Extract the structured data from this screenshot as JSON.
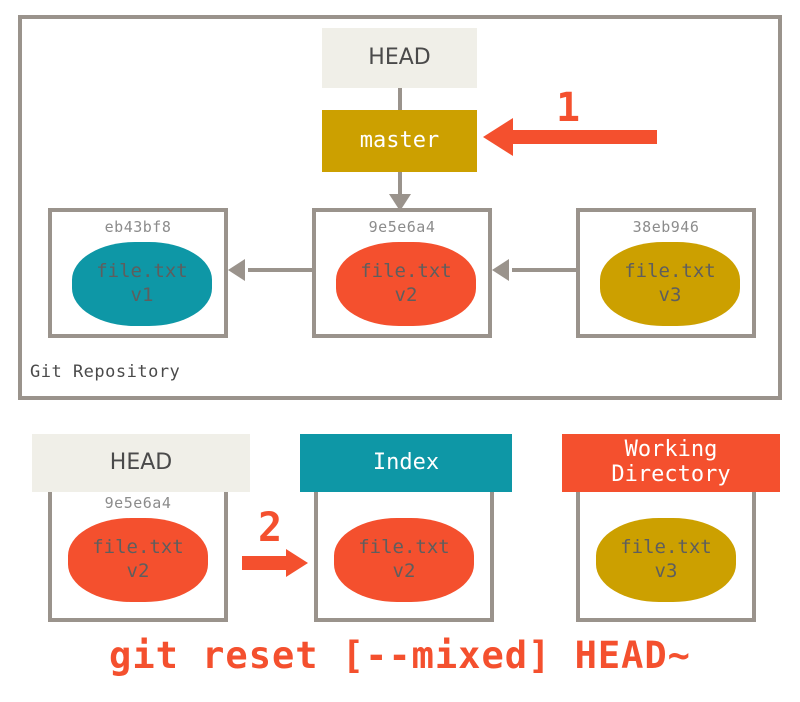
{
  "diagram": {
    "title": "git reset [--mixed] HEAD~",
    "colors": {
      "gold": "#CCA000",
      "teal": "#0E97A6",
      "orange": "#F4502E",
      "cream": "#F0EFE8",
      "gray_border": "#9A938C",
      "text_gray": "#5E5E5E",
      "hash_gray": "#8C8C8C"
    }
  },
  "repository": {
    "label": "Git Repository",
    "head_box": {
      "label": "HEAD"
    },
    "branch_box": {
      "label": "master"
    },
    "commits": [
      {
        "hash": "eb43bf8",
        "blob_file": "file.txt",
        "blob_version": "v1",
        "blob_color": "teal"
      },
      {
        "hash": "9e5e6a4",
        "blob_file": "file.txt",
        "blob_version": "v2",
        "blob_color": "orange"
      },
      {
        "hash": "38eb946",
        "blob_file": "file.txt",
        "blob_version": "v3",
        "blob_color": "gold"
      }
    ]
  },
  "steps": [
    {
      "number": "1",
      "direction": "left"
    },
    {
      "number": "2",
      "direction": "right"
    }
  ],
  "trees": [
    {
      "header": "HEAD",
      "header_style": "cream",
      "hash": "9e5e6a4",
      "blob_file": "file.txt",
      "blob_version": "v2",
      "blob_color": "orange"
    },
    {
      "header": "Index",
      "header_style": "teal",
      "hash": "",
      "blob_file": "file.txt",
      "blob_version": "v2",
      "blob_color": "orange"
    },
    {
      "header_line1": "Working",
      "header_line2": "Directory",
      "header_style": "orange",
      "hash": "",
      "blob_file": "file.txt",
      "blob_version": "v3",
      "blob_color": "gold"
    }
  ],
  "caption": "git reset [--mixed] HEAD~"
}
